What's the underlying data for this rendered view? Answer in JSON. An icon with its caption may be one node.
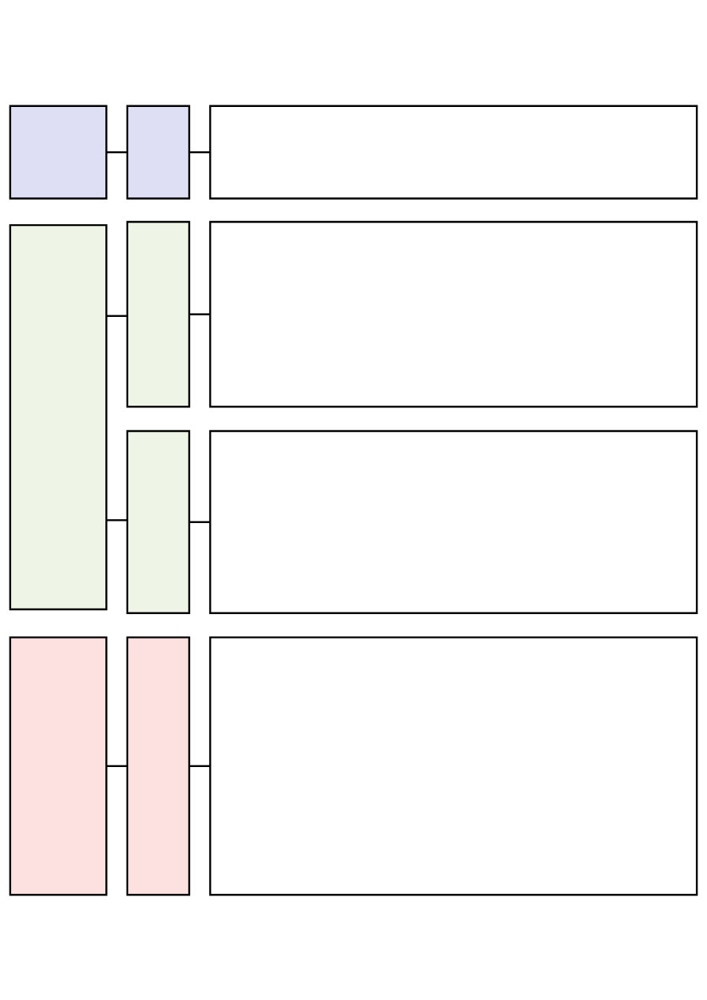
{
  "diagram": {
    "nodes": [
      {
        "text": [],
        "shape": "box"
      },
      {
        "text": [],
        "shape": "box"
      },
      {
        "text": [],
        "shape": "box"
      },
      {
        "text": [],
        "shape": "box"
      },
      {
        "text": [],
        "shape": "box"
      },
      {
        "text": [],
        "shape": "box"
      },
      {
        "text": [],
        "shape": "box"
      },
      {
        "text": [],
        "shape": "box"
      },
      {
        "text": [],
        "shape": "box"
      },
      {
        "text": [],
        "shape": "box"
      },
      {
        "text": [],
        "shape": "box"
      }
    ],
    "edges": [
      {
        "from": 0,
        "to": 1,
        "arrow": "none"
      },
      {
        "from": 1,
        "to": 2,
        "arrow": "none"
      },
      {
        "from": 3,
        "to": 4,
        "arrow": "none"
      },
      {
        "from": 4,
        "to": 5,
        "arrow": "none"
      },
      {
        "from": 3,
        "to": 6,
        "arrow": "none"
      },
      {
        "from": 6,
        "to": 7,
        "arrow": "none"
      },
      {
        "from": 8,
        "to": 9,
        "arrow": "none"
      },
      {
        "from": 9,
        "to": 10,
        "arrow": "none"
      }
    ]
  }
}
